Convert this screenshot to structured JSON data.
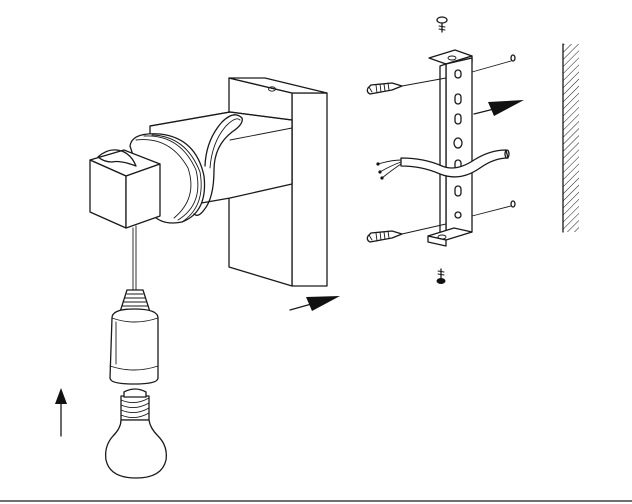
{
  "diagram": {
    "kind": "exploded assembly illustration",
    "components": [
      "wall-lamp-body",
      "lamp-socket",
      "light-bulb",
      "mounting-bracket",
      "wall-screw-upper",
      "wall-screw-lower",
      "bracket-screw-top",
      "bracket-screw-bottom",
      "wall-plug-upper",
      "wall-plug-lower",
      "mains-cable",
      "wall"
    ],
    "arrows": [
      {
        "name": "arrow-bracket-to-wall",
        "direction": "right"
      },
      {
        "name": "arrow-body-to-bracket",
        "direction": "right"
      },
      {
        "name": "arrow-bulb-up",
        "direction": "up"
      }
    ],
    "colors": {
      "line": "#1a1a1a",
      "background": "#ffffff",
      "arrow": "#111111"
    }
  }
}
